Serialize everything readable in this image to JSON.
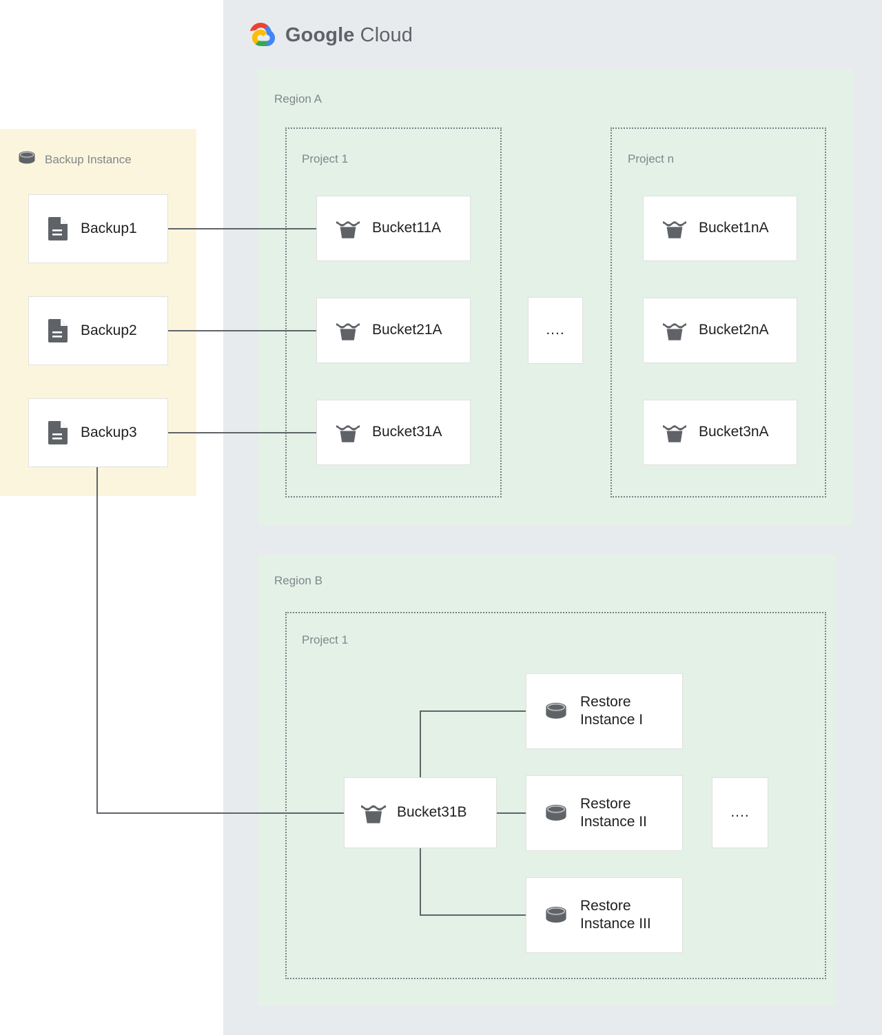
{
  "cloud": {
    "logo_icon": "google-cloud-logo-icon",
    "brand_bold": "Google",
    "brand_light": "Cloud",
    "background_color": "#e8ebed"
  },
  "backup_instance": {
    "title": "Backup Instance",
    "icon": "database-cylinder-icon",
    "panel_color": "#fcf5dd",
    "backups": [
      {
        "label": "Backup1",
        "icon": "file-document-icon"
      },
      {
        "label": "Backup2",
        "icon": "file-document-icon"
      },
      {
        "label": "Backup3",
        "icon": "file-document-icon"
      }
    ]
  },
  "regions": [
    {
      "label": "Region A",
      "color": "#e3f1e7",
      "projects": [
        {
          "label": "Project 1",
          "buckets": [
            {
              "label": "Bucket11A",
              "icon": "storage-bucket-icon"
            },
            {
              "label": "Bucket21A",
              "icon": "storage-bucket-icon"
            },
            {
              "label": "Bucket31A",
              "icon": "storage-bucket-icon"
            }
          ]
        },
        {
          "label": "Project n",
          "buckets": [
            {
              "label": "Bucket1nA",
              "icon": "storage-bucket-icon"
            },
            {
              "label": "Bucket2nA",
              "icon": "storage-bucket-icon"
            },
            {
              "label": "Bucket3nA",
              "icon": "storage-bucket-icon"
            }
          ]
        }
      ],
      "ellipsis": "...."
    },
    {
      "label": "Region B",
      "color": "#e3f1e7",
      "projects": [
        {
          "label": "Project 1",
          "buckets": [
            {
              "label": "Bucket31B",
              "icon": "storage-bucket-icon"
            }
          ],
          "restore_instances": [
            {
              "label": "Restore\nInstance I",
              "icon": "database-cylinder-icon"
            },
            {
              "label": "Restore\nInstance II",
              "icon": "database-cylinder-icon"
            },
            {
              "label": "Restore\nInstance III",
              "icon": "database-cylinder-icon"
            }
          ]
        }
      ],
      "ellipsis": "...."
    }
  ],
  "connections": [
    {
      "from": "Backup1",
      "to": "Bucket11A"
    },
    {
      "from": "Backup2",
      "to": "Bucket21A"
    },
    {
      "from": "Backup3",
      "to": "Bucket31A"
    },
    {
      "from": "Backup3",
      "to": "Bucket31B"
    },
    {
      "from": "Bucket31B",
      "to": "Restore Instance I"
    },
    {
      "from": "Bucket31B",
      "to": "Restore Instance II"
    },
    {
      "from": "Bucket31B",
      "to": "Restore Instance III"
    }
  ],
  "colors": {
    "connector": "#5f6368",
    "node_border": "#e0e0e0",
    "node_text": "#202124",
    "label_text": "#80868b",
    "icon_fill": "#5f6368",
    "project_border": "#7a7f85"
  }
}
